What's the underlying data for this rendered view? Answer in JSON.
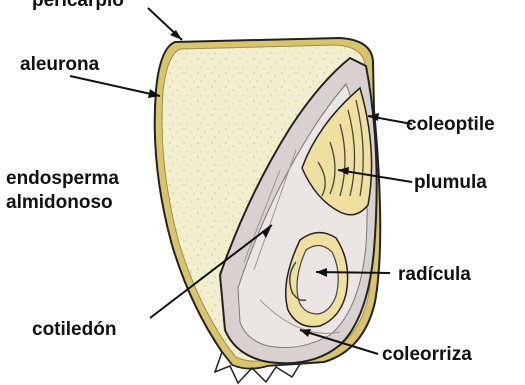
{
  "diagram": {
    "subject": "",
    "labels": {
      "pericarpio": "pericarpio",
      "aleurona": "aleurona",
      "endosperma_line1": "endosperma",
      "endosperma_line2": "almidonoso",
      "coleoptile": "coleoptile",
      "plumula": "plumula",
      "radicula": "radícula",
      "cotiledon": "cotiledón",
      "coleorriza": "coleorriza"
    },
    "colors": {
      "endosperm": "#f2efcf",
      "pericarp": "#d9c46a",
      "embryo": "#d8d1d0",
      "embryo_inner": "#ebe6e4",
      "stroke": "#222222"
    }
  }
}
